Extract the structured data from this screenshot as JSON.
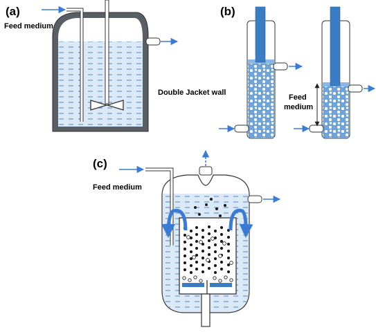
{
  "panels": {
    "a": {
      "letter": "(a)",
      "feed_label": "Feed medium",
      "wall_label": "Double Jacket wall"
    },
    "b": {
      "letter": "(b)",
      "feed_label_line1": "Feed",
      "feed_label_line2": "medium"
    },
    "c": {
      "letter": "(c)",
      "feed_label": "Feed medium"
    }
  },
  "colors": {
    "liquid": "#dbe9f7",
    "liquid_dark": "#4f86c6",
    "arrow": "#3a7bd5",
    "wall": "#5a5f66",
    "shaft": "#3b7dc4",
    "outline": "#222222"
  }
}
